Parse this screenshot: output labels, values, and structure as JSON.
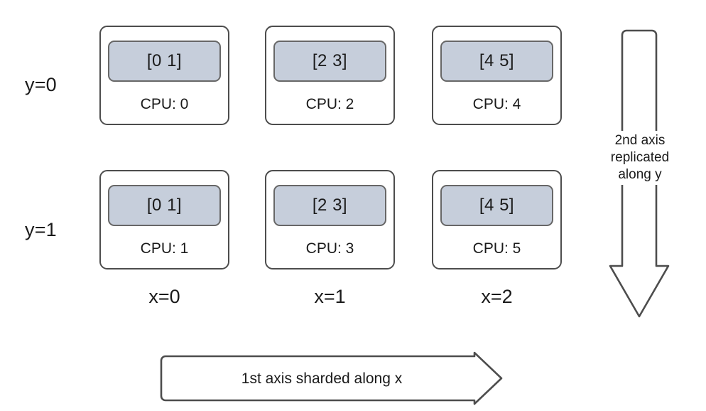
{
  "diagram": {
    "title": "1st axis sharded along x / 2nd axis replicated along y",
    "stroke_color": "#4d4d4d",
    "shard_fill_color": "#c6cedb",
    "shard_stroke_color": "#676767",
    "text_color": "#1a1a1a",
    "background_color": "#ffffff"
  },
  "row_labels": [
    {
      "text": "y=0"
    },
    {
      "text": "y=1"
    }
  ],
  "col_labels": [
    {
      "text": "x=0"
    },
    {
      "text": "x=1"
    },
    {
      "text": "x=2"
    }
  ],
  "grid": {
    "rows": 2,
    "cols": 3,
    "devices": [
      [
        {
          "shard": "[0 1]",
          "cpu": "CPU: 0"
        },
        {
          "shard": "[2 3]",
          "cpu": "CPU: 2"
        },
        {
          "shard": "[4 5]",
          "cpu": "CPU: 4"
        }
      ],
      [
        {
          "shard": "[0 1]",
          "cpu": "CPU: 1"
        },
        {
          "shard": "[2 3]",
          "cpu": "CPU: 3"
        },
        {
          "shard": "[4 5]",
          "cpu": "CPU: 5"
        }
      ]
    ]
  },
  "vertical_arrow": {
    "caption_line1": "2nd axis",
    "caption_line2": "replicated",
    "caption_line3": "along y",
    "direction": "down"
  },
  "horizontal_arrow": {
    "caption": "1st axis sharded along x",
    "direction": "right"
  }
}
